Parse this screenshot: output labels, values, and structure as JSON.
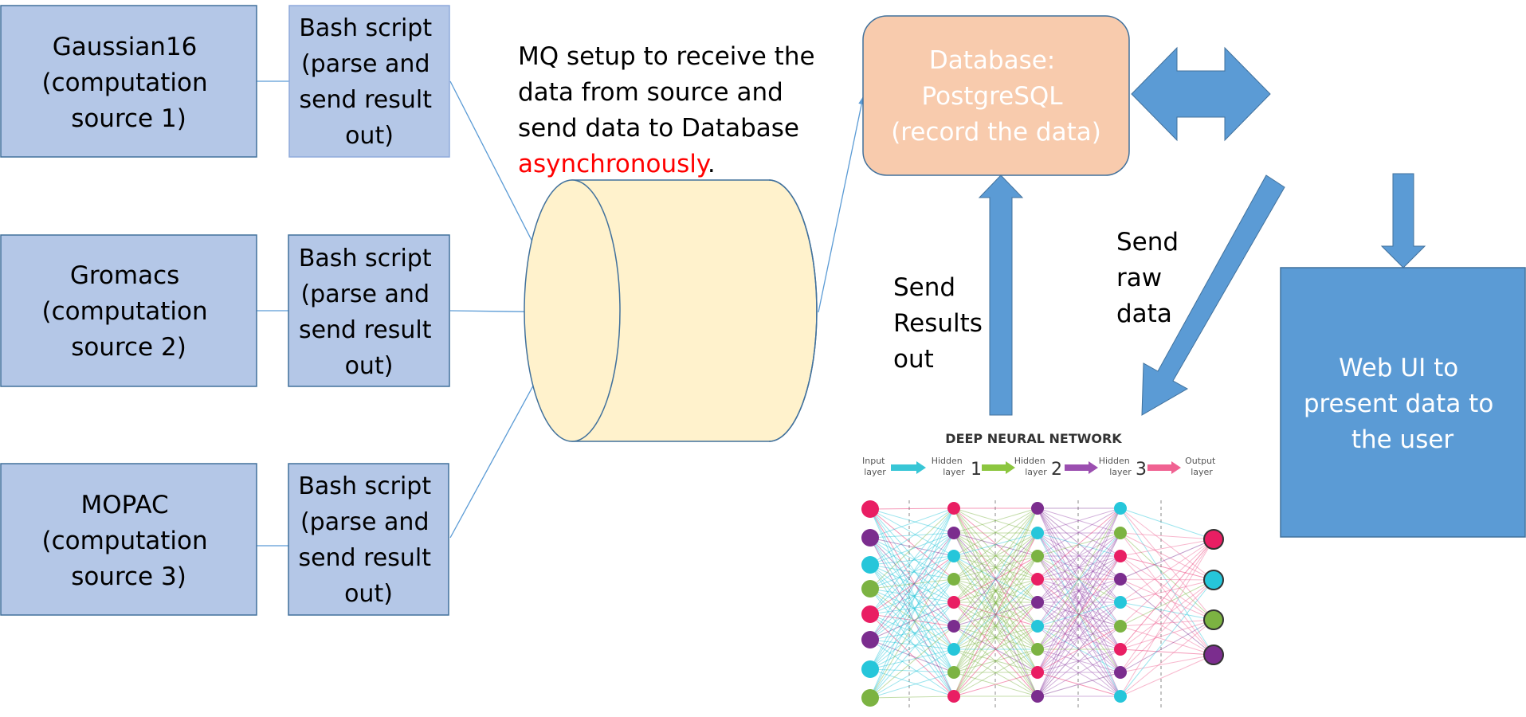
{
  "sources": [
    {
      "name_lines": [
        "Gaussian16",
        "(computation",
        "source 1)"
      ]
    },
    {
      "name_lines": [
        "Gromacs",
        "(computation",
        "source 2)"
      ]
    },
    {
      "name_lines": [
        "MOPAC",
        "(computation",
        "source 3)"
      ]
    }
  ],
  "scripts": [
    {
      "lines": [
        "Bash script",
        "(parse and",
        "send result",
        "out)"
      ]
    },
    {
      "lines": [
        "Bash script",
        "(parse and",
        "send result",
        "out)"
      ]
    },
    {
      "lines": [
        "Bash script",
        "(parse and",
        "send result",
        "out)"
      ]
    }
  ],
  "mq_note": {
    "lines": [
      "MQ setup to receive the",
      "data from source and",
      "send data to Database"
    ],
    "highlight": "asynchronously",
    "trailing": "."
  },
  "database": {
    "lines": [
      "Database:",
      "PostgreSQL",
      "(record the data)"
    ]
  },
  "send_results": {
    "lines": [
      "Send",
      "Results",
      "out"
    ]
  },
  "send_raw": {
    "lines": [
      "Send",
      "raw",
      "data"
    ]
  },
  "web_ui": {
    "lines": [
      "Web UI to",
      "present data to",
      "the user"
    ]
  },
  "dnn": {
    "title": "DEEP NEURAL NETWORK",
    "input_label": [
      "Input",
      "layer"
    ],
    "hidden1_label": [
      "Hidden",
      "layer"
    ],
    "hidden1_num": "1",
    "hidden2_label": [
      "Hidden",
      "layer"
    ],
    "hidden2_num": "2",
    "hidden3_label": [
      "Hidden",
      "layer"
    ],
    "hidden3_num": "3",
    "output_label": [
      "Output",
      "layer"
    ]
  },
  "colors": {
    "source_fill": "#b4c7e7",
    "source_stroke": "#41719c",
    "cylinder_fill": "#fff2cc",
    "db_fill": "#f8cbad",
    "arrow_fill": "#5b9bd5",
    "highlight_red": "#ff0000"
  }
}
